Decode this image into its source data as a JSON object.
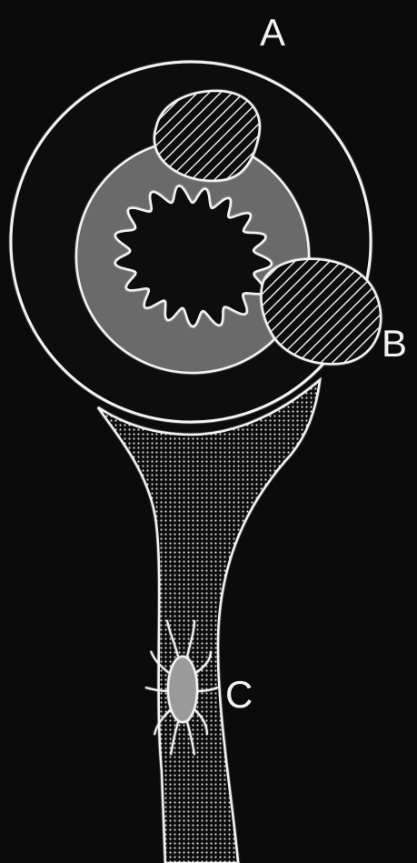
{
  "diagram": {
    "labels": {
      "a": "A",
      "b": "B",
      "c": "C"
    },
    "colors": {
      "background": "#0b0b0b",
      "outline": "#f2f2f2",
      "ring_fill": "#6b6b6b",
      "process_dots": "#d9d9d9",
      "nucleus_fill": "#9a9a9a",
      "hatch": "#e6e6e6"
    }
  }
}
